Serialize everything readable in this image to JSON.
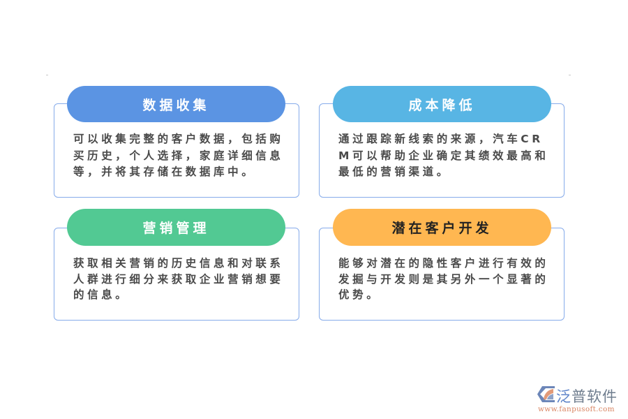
{
  "cards": [
    {
      "title": "数据收集",
      "color": "#5B94E3",
      "title_color": "#ffffff",
      "text": "可以收集完整的客户数据，包括购买历史，个人选择，家庭详细信息等，并将其存储在数据库中。"
    },
    {
      "title": "成本降低",
      "color": "#58B5E4",
      "title_color": "#ffffff",
      "text": "通过跟踪新线索的来源，汽车CRM可以帮助企业确定其绩效最高和最低的营销渠道。"
    },
    {
      "title": "营销管理",
      "color": "#52C993",
      "title_color": "#ffffff",
      "text": "获取相关营销的历史信息和对联系人群进行细分来获取企业营销想要的信息。"
    },
    {
      "title": "潜在客户开发",
      "color": "#FFB751",
      "title_color": "#222222",
      "text": "能够对潜在的隐性客户进行有效的发掘与开发则是其另外一个显著的优势。"
    }
  ],
  "logo": {
    "name_highlight": "泛",
    "name_rest": "普软件",
    "url": "www.fanpusoft.com"
  }
}
